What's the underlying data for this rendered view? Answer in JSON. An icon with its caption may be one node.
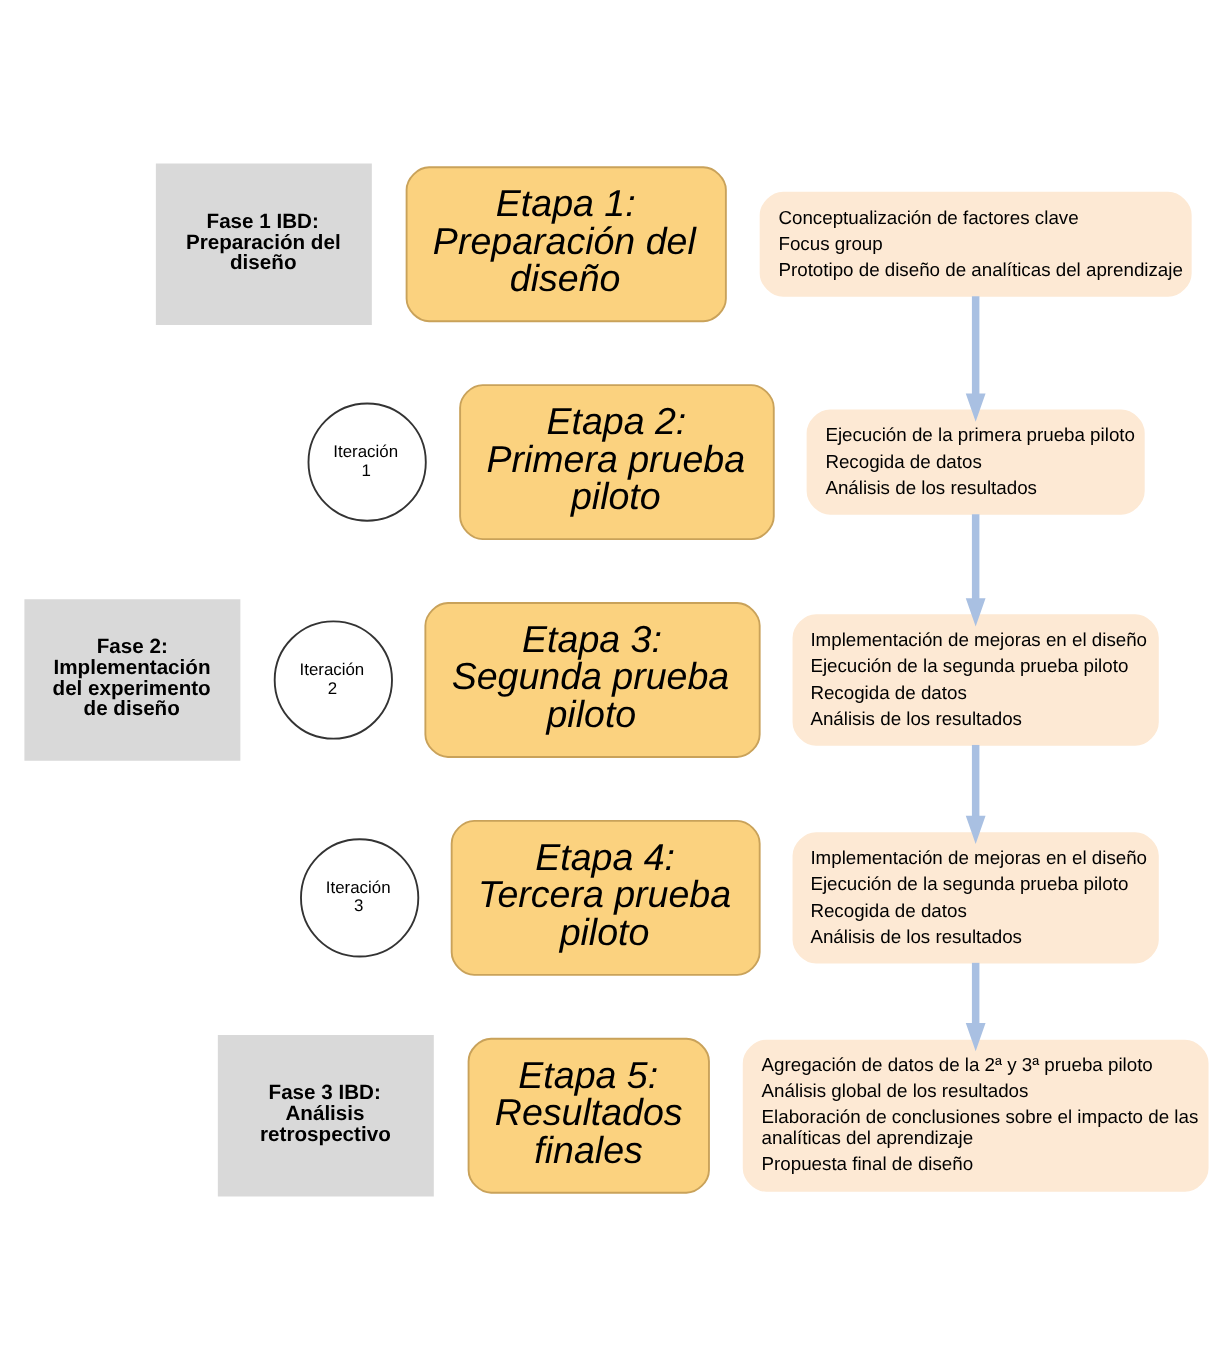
{
  "diagram": {
    "nodes": [
      {
        "text": [
          "Etapa 1: Preparación del diseño"
        ]
      },
      {
        "text": [
          "Conceptualización de factores clave",
          "Focus group",
          "Prototipo de diseño de analíticas del aprendizaje"
        ]
      },
      {
        "text": [
          "Etapa 2: Primera prueba piloto"
        ]
      },
      {
        "text": [
          "Ejecución de la primera prueba piloto",
          "Recogida de datos",
          "Análisis de los resultados"
        ]
      },
      {
        "text": [
          "Iteración 1"
        ]
      },
      {
        "text": [
          "Iteración 2"
        ]
      },
      {
        "text": [
          "Etapa 3: Segunda prueba piloto"
        ]
      },
      {
        "text": [
          "Implementación de mejoras en el diseño",
          "Ejecución de la segunda prueba piloto",
          "Recogida de datos",
          "Análisis de los resultados"
        ]
      },
      {
        "text": [
          "Iteración 3"
        ]
      },
      {
        "text": [
          "Etapa 4: Tercera prueba piloto"
        ]
      },
      {
        "text": [
          "Implementación de mejoras en el diseño",
          "Ejecución de la segunda prueba piloto",
          "Recogida de datos",
          "Análisis de los resultados"
        ]
      },
      {
        "text": [
          "Etapa 5: Resultados finales"
        ]
      },
      {
        "text": [
          "Agregación de datos de la 2ª y 3ª prueba piloto",
          "Análisis global de los resultados",
          "Elaboración de conclusiones sobre el impacto de las analíticas del aprendizaje",
          "Propuesta final de diseño"
        ]
      }
    ],
    "edges": [
      {
        "from": 1,
        "to": 3,
        "arrow": "to"
      },
      {
        "from": 3,
        "to": 7,
        "arrow": "to"
      },
      {
        "from": 7,
        "to": 10,
        "arrow": "to"
      },
      {
        "from": 10,
        "to": 12,
        "arrow": "to"
      }
    ],
    "labels": [
      "Fase 1 IBD: Preparación del diseño",
      "Fase 2: Implementación del experimento de diseño",
      "Fase 3 IBD: Análisis retrospectivo"
    ]
  }
}
